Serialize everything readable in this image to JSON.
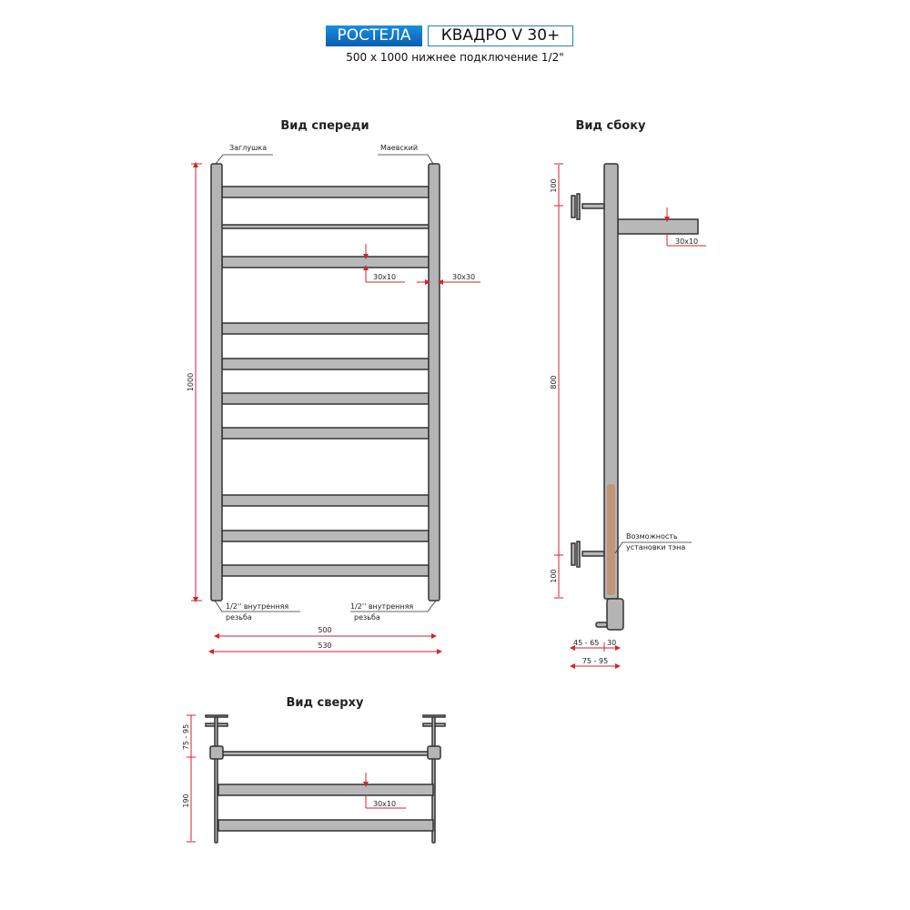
{
  "header": {
    "brand": "РОСТЕЛА",
    "model": "КВАДРО V 30+",
    "subtitle": "500 x 1000 нижнее подключение 1/2\""
  },
  "front": {
    "title": "Вид спереди",
    "plug": "Заглушка",
    "valve": "Маевский",
    "rung_size": "30x10",
    "post_size": "30x30",
    "thread_line1": "1/2'' внутренняя",
    "thread_line2": "резьба",
    "height": "1000",
    "width_inner": "500",
    "width_outer": "530"
  },
  "side": {
    "title": "Вид сбоку",
    "top": "100",
    "middle": "800",
    "bottom": "100",
    "rung_size": "30x10",
    "heater_line1": "Возможность",
    "heater_line2": "установки тэна",
    "offset": "45 - 65",
    "post": "30",
    "depth": "75 - 95"
  },
  "top": {
    "title": "Вид сверху",
    "wall": "75 - 95",
    "depth": "190",
    "rung_size": "30x10"
  },
  "colors": {
    "brand": "#0a6fc4",
    "dimension": "#d0262b",
    "heater": "#c98a63"
  }
}
